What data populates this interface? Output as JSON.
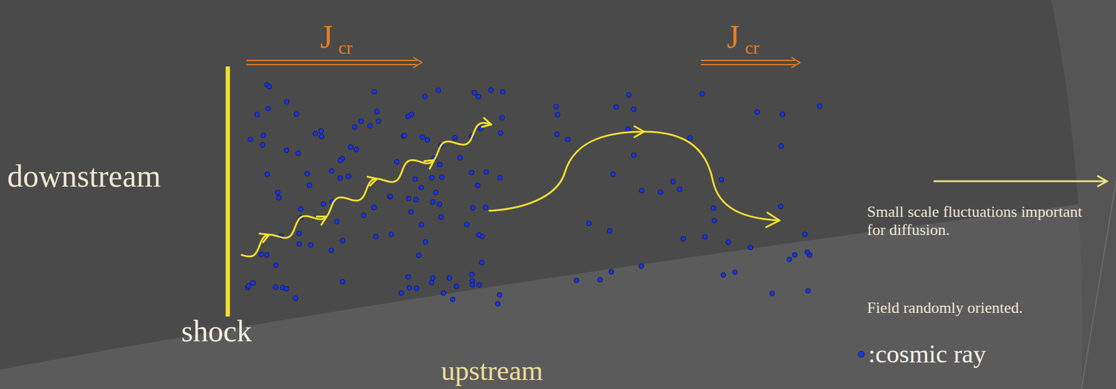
{
  "diagram": {
    "labels": [
      "J",
      "cr",
      "J",
      "cr",
      "downstream",
      "shock",
      "upstream",
      "Small scale fluctuations important for diffusion.",
      "Field randomly oriented."
    ],
    "legend": [
      {
        "text": ":cosmic ray",
        "color": "#1a35e0"
      }
    ]
  }
}
